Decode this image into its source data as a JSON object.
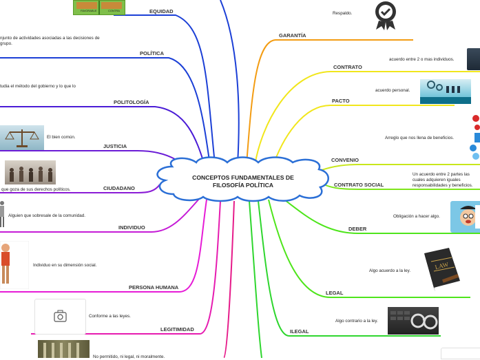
{
  "central_topic": {
    "line1": "CONCEPTOS FUNDAMENTALES DE",
    "line2": "FILOSOFÍA POLÍTICA"
  },
  "left_branches": [
    {
      "label": "EQUIDAD",
      "desc": ""
    },
    {
      "label": "POLÍTICA",
      "desc_line1": "njunto de actividades asociadas a las decisiones de",
      "desc_line2": "grupo."
    },
    {
      "label": "POLITOLOGÍA",
      "desc": "tudia el método del gobierno y lo que lo"
    },
    {
      "label": "JUSTICIA",
      "desc": "El bien común."
    },
    {
      "label": "CIUDADANO",
      "desc": "que goza de sus derechos políticos."
    },
    {
      "label": "INDIVIDUO",
      "desc": "Alguien que sobresale de la comunidad."
    },
    {
      "label": "PERSONA HUMANA",
      "desc": "Individuo en su dimensión social."
    },
    {
      "label": "LEGITIMIDAD",
      "desc": "Conforme a las leyes."
    },
    {
      "label": "",
      "desc": "No permitido, ni legal, ni moralmente."
    }
  ],
  "right_branches": [
    {
      "label": "",
      "desc": "Respaldo."
    },
    {
      "label": "GARANTÍA",
      "desc": ""
    },
    {
      "label": "CONTRATO",
      "desc": "acuerdo entre 2 o mas individuos."
    },
    {
      "label": "PACTO",
      "desc": "acuerdo personal."
    },
    {
      "label": "CONVENIO",
      "desc": "Arreglo que nos llena de beneficios."
    },
    {
      "label": "CONTRATO SOCIAL",
      "desc_line1": "Un acuerdo entre 2 partes las",
      "desc_line2": "cuales adquieren iguales",
      "desc_line3": "responsabilidades y beneficios."
    },
    {
      "label": "DEBER",
      "desc": "Obligación a hacer algo."
    },
    {
      "label": "LEGAL",
      "desc": "Algo acuerdo a la ley."
    },
    {
      "label": "ILEGAL",
      "desc": "Algo contrario a la ley."
    }
  ],
  "images": {
    "equidad_img": {
      "left_text": "FAVORABLE",
      "right_text": "CONTRA"
    },
    "law_book": {
      "text": "LAW"
    }
  },
  "colors": {
    "blue": "#1b3fd6",
    "purple": "#6a1bd6",
    "magenta": "#e61bd6",
    "orange": "#f39c12",
    "yellow": "#f1e61b",
    "green": "#4ee51b",
    "center_border": "#2b6fd6"
  },
  "icons": [
    "seal-check-icon",
    "camera-icon",
    "scales-icon",
    "handcuffs-icon"
  ]
}
